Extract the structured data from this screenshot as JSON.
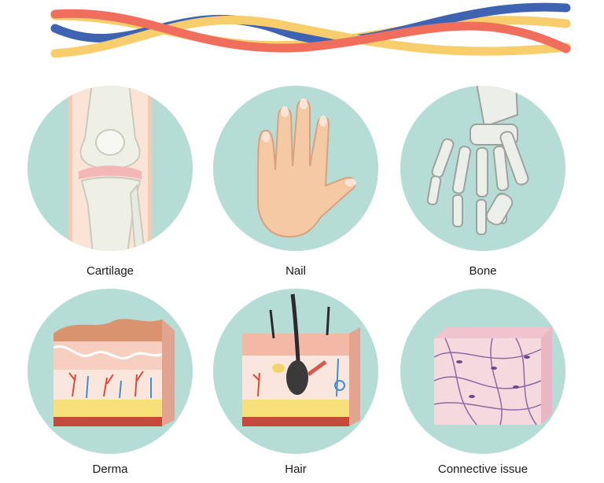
{
  "colors": {
    "circle_bg": "#b5ddd6",
    "strand_red": "#ef6f5c",
    "strand_yellow": "#f8cd6c",
    "strand_blue": "#3f63b3"
  },
  "panels": [
    {
      "label": "Cartilage",
      "icon": "knee-joint-icon"
    },
    {
      "label": "Nail",
      "icon": "hand-icon"
    },
    {
      "label": "Bone",
      "icon": "skeletal-hand-icon"
    },
    {
      "label": "Derma",
      "icon": "skin-layers-icon"
    },
    {
      "label": "Hair",
      "icon": "hair-follicle-icon"
    },
    {
      "label": "Connective issue",
      "icon": "connective-tissue-cube-icon"
    }
  ]
}
